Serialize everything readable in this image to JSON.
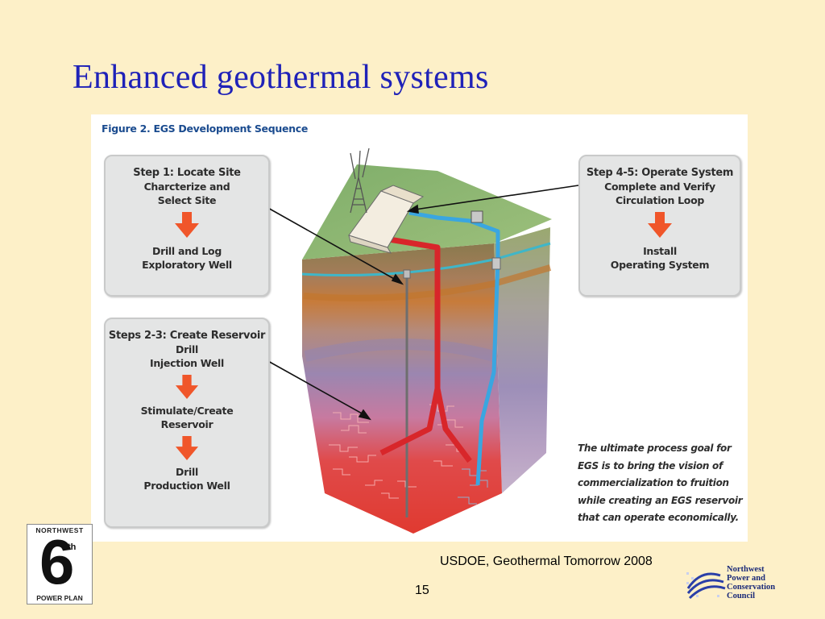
{
  "slide": {
    "title": "Enhanced geothermal systems",
    "source": "USDOE, Geothermal Tomorrow 2008",
    "page_number": "15"
  },
  "figure": {
    "caption": "Figure 2.  EGS Development Sequence",
    "step1": {
      "heading": "Step 1: Locate Site",
      "line1": "Charcterize and\nSelect Site",
      "line2": "Drill and Log\nExploratory Well"
    },
    "step45": {
      "heading": "Step 4-5: Operate System",
      "line1": "Complete and Verify\nCirculation Loop",
      "line2": "Install\nOperating System"
    },
    "step23": {
      "heading": "Steps 2-3: Create Reservoir",
      "line1": "Drill\nInjection Well",
      "line2": "Stimulate/Create\nReservoir",
      "line3": "Drill\nProduction Well"
    },
    "goal_text": "The ultimate process goal for\nEGS is to bring the vision of\ncommercialization to fruition\nwhile creating an EGS reservoir\nthat can operate economically."
  },
  "logos": {
    "sixth_plan": {
      "top": "NORTHWEST",
      "numeral": "6",
      "suffix": "th",
      "bottom": "POWER PLAN"
    },
    "council": "Northwest\n  Power and\n  Conservation\nCouncil"
  },
  "colors": {
    "title": "#1f22b8",
    "background": "#fdf0c8",
    "caption": "#1a4b8f",
    "step_arrow": "#f0562a",
    "hot_pipe": "#d8262a",
    "cold_pipe": "#3aa6e0"
  }
}
